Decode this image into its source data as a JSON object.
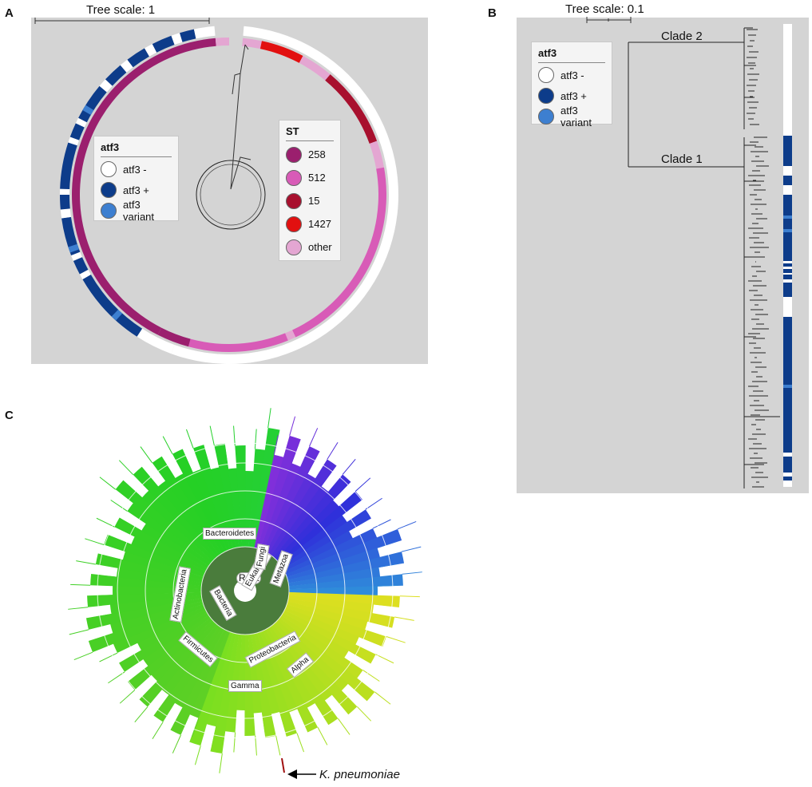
{
  "panels": {
    "a": "A",
    "b": "B",
    "c": "C"
  },
  "panel_a": {
    "tree_scale": "Tree scale: 1",
    "atf3_legend": {
      "title": "atf3",
      "items": [
        {
          "label": "atf3 -",
          "color": "#ffffff"
        },
        {
          "label": "atf3 +",
          "color": "#0d3c8a"
        },
        {
          "label": "atf3 variant",
          "color": "#3d7fd0"
        }
      ]
    },
    "st_legend": {
      "title": "ST",
      "items": [
        {
          "label": "258",
          "color": "#9b1f6e"
        },
        {
          "label": "512",
          "color": "#d85bb7"
        },
        {
          "label": "15",
          "color": "#a8102e"
        },
        {
          "label": "1427",
          "color": "#e21010"
        },
        {
          "label": "other",
          "color": "#e4a6d2"
        }
      ]
    }
  },
  "panel_b": {
    "tree_scale": "Tree scale: 0.1",
    "clade2": "Clade 2",
    "clade1": "Clade 1",
    "atf3_legend": {
      "title": "atf3",
      "items": [
        {
          "label": "atf3 -",
          "color": "#ffffff"
        },
        {
          "label": "atf3 +",
          "color": "#0d3c8a"
        },
        {
          "label": "atf3 variant",
          "color": "#3d7fd0"
        }
      ]
    }
  },
  "panel_c": {
    "labels": [
      "Root",
      "Bacteria",
      "Eukaryota",
      "Fungi",
      "Metazoa",
      "Bacteroidetes",
      "Actinobacteria",
      "Firmicutes",
      "Proteobacteria",
      "Alpha",
      "Gamma"
    ],
    "pointer_label": "K. pneumoniae"
  }
}
